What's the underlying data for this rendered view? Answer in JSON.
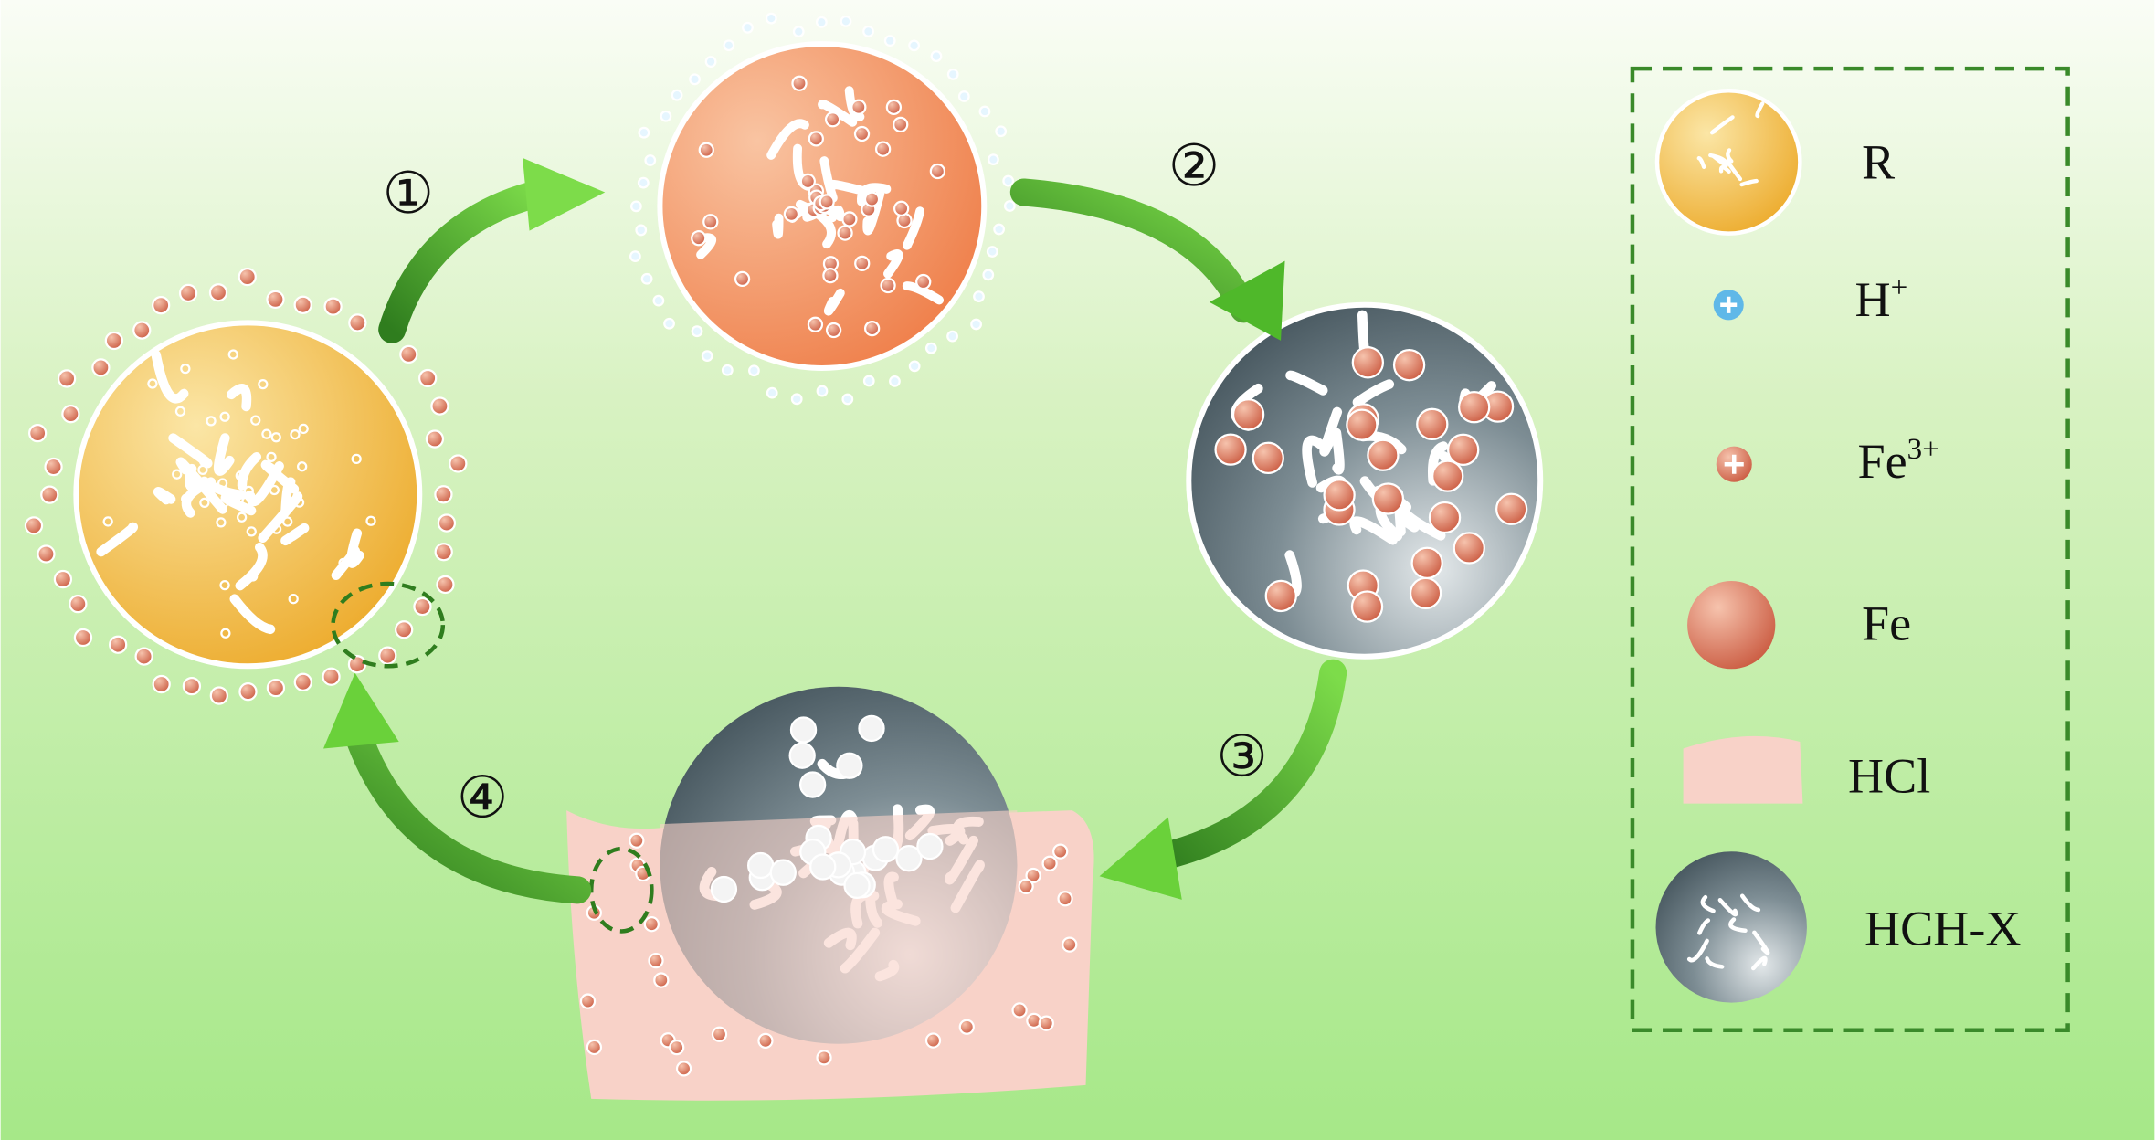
{
  "steps": [
    "①",
    "②",
    "③",
    "④"
  ],
  "legend": {
    "items": [
      {
        "label": "R",
        "sup": ""
      },
      {
        "label": "H",
        "sup": "+"
      },
      {
        "label": "Fe",
        "sup": "3+"
      },
      {
        "label": "Fe",
        "sup": ""
      },
      {
        "label": "HCl",
        "sup": ""
      },
      {
        "label": "HCH-X",
        "sup": ""
      }
    ]
  },
  "colors": {
    "arrow": "#4fb82a",
    "legend_border": "#3a8a2a",
    "resin": "#f0b437",
    "protonated": "#f08a5a",
    "composite": "#5a6b73",
    "hcl": "#f8d2c8",
    "fe": "#d9735a",
    "h": "#5fb8e8"
  }
}
